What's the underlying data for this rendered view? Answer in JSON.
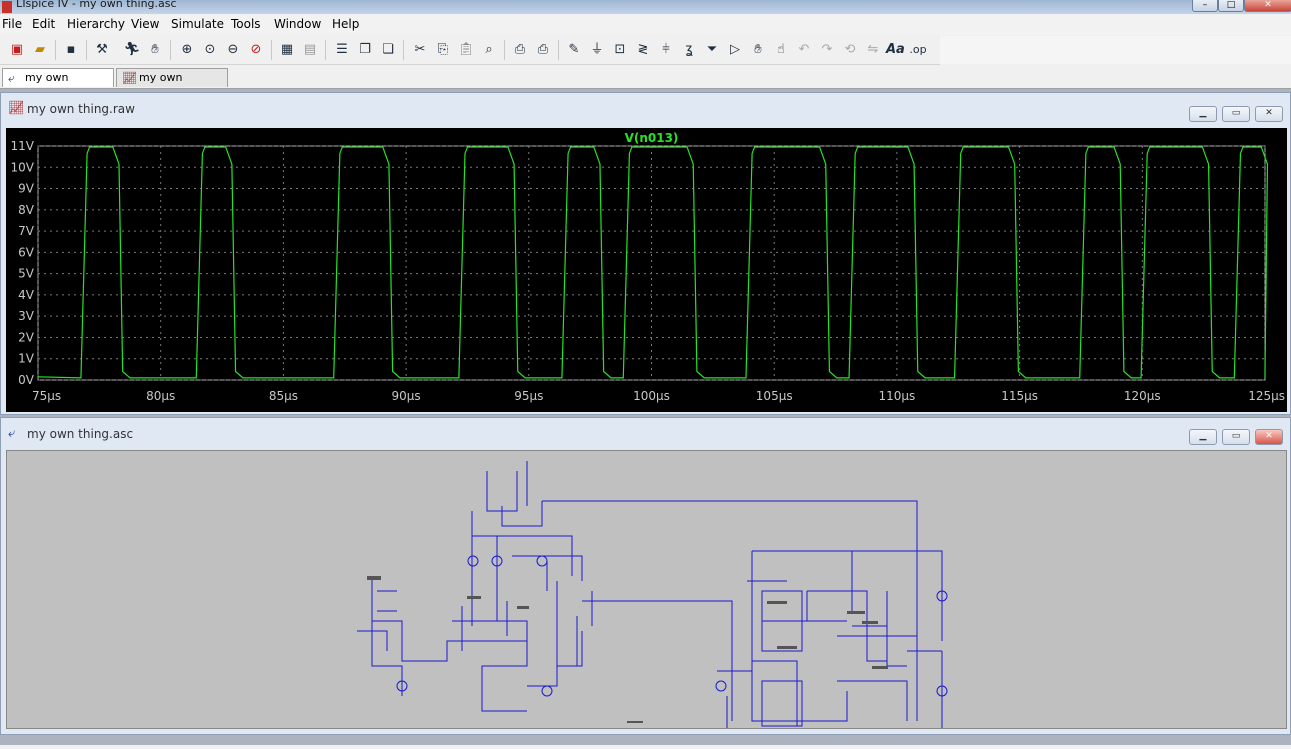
{
  "window": {
    "title": "LTspice IV - my own thing.asc"
  },
  "menu": [
    "File",
    "Edit",
    "Hierarchy",
    "View",
    "Simulate",
    "Tools",
    "Window",
    "Help"
  ],
  "toolbar": {
    "icons": [
      "new-schematic-icon",
      "open-icon",
      "save-icon",
      "control-panel-icon",
      "run-icon",
      "halt-icon",
      "zoom-in-icon",
      "zoom-pan-icon",
      "zoom-out-icon",
      "zoom-cancel-icon",
      "autorange-icon",
      "plot-settings-icon",
      "tile-horizontal-icon",
      "cascade-icon",
      "tile-vertical-icon",
      "cut-icon",
      "copy-icon",
      "paste-icon",
      "find-icon",
      "print-setup-icon",
      "print-icon",
      "wire-icon",
      "ground-icon",
      "label-icon",
      "resistor-icon",
      "capacitor-icon",
      "inductor-icon",
      "diode-icon",
      "component-icon",
      "move-icon",
      "drag-icon",
      "undo-icon",
      "redo-icon",
      "rotate-icon",
      "mirror-icon",
      "text-icon",
      "spice-directive-icon"
    ],
    "font_glyph": "Aa",
    "op_glyph": ".op"
  },
  "tabs": [
    {
      "label": "my own thing.asc",
      "active": true
    },
    {
      "label": "my own thing.raw",
      "active": false
    }
  ],
  "plot_window": {
    "title": "my own thing.raw"
  },
  "schematic_window": {
    "title": "my own thing.asc"
  },
  "colors": {
    "trace": "#27e327",
    "plot_bg": "#000000",
    "axis_text": "#c8c8c8",
    "schematic_bg": "#c0c0c0",
    "wire": "#1a1ad0"
  },
  "chart_data": {
    "type": "line",
    "series": [
      {
        "name": "V(n013)",
        "color": "#27e327"
      }
    ],
    "x_unit": "µs",
    "xlim": [
      75,
      125
    ],
    "ylim": [
      0,
      11
    ],
    "xticks": [
      "75µs",
      "80µs",
      "85µs",
      "90µs",
      "95µs",
      "100µs",
      "105µs",
      "110µs",
      "115µs",
      "120µs",
      "125µs"
    ],
    "yticks": [
      "0V",
      "1V",
      "2V",
      "3V",
      "4V",
      "5V",
      "6V",
      "7V",
      "8V",
      "9V",
      "10V",
      "11V"
    ],
    "grid": true,
    "pulses": [
      [
        77.0,
        78.2
      ],
      [
        81.7,
        82.8
      ],
      [
        87.3,
        89.2
      ],
      [
        92.4,
        94.3
      ],
      [
        96.6,
        97.8
      ],
      [
        99.1,
        101.6
      ],
      [
        104.1,
        107.0
      ],
      [
        108.3,
        110.6
      ],
      [
        112.6,
        114.7
      ],
      [
        117.7,
        119.0
      ],
      [
        120.2,
        122.6
      ],
      [
        124.0,
        125.0
      ]
    ],
    "high": 10.95,
    "low": 0.1
  }
}
